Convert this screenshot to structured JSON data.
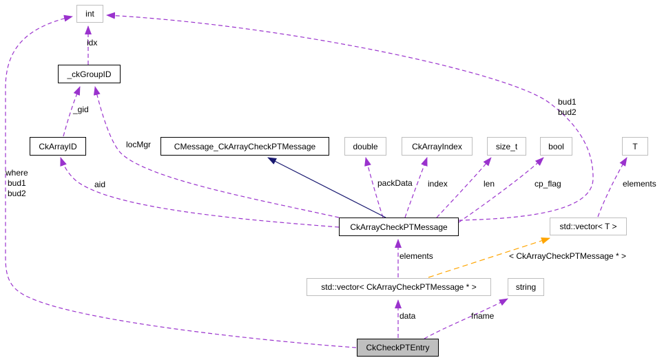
{
  "diagram": {
    "kind": "collaboration-graph",
    "main_class": "CkCheckPTEntry",
    "colors": {
      "usage_edge": "#9a32cd",
      "inheritance_edge": "#191970",
      "template_edge": "#ffa500",
      "node_border_gray": "#bebebe",
      "node_border_black": "#000000",
      "main_node_fill": "#bfbfbf",
      "background": "#ffffff"
    },
    "nodes": [
      {
        "label": "int"
      },
      {
        "label": "_ckGroupID"
      },
      {
        "label": "CkArrayID"
      },
      {
        "label": "CMessage_CkArrayCheckPTMessage"
      },
      {
        "label": "double"
      },
      {
        "label": "CkArrayIndex"
      },
      {
        "label": "size_t"
      },
      {
        "label": "bool"
      },
      {
        "label": "T"
      },
      {
        "label": "CkArrayCheckPTMessage"
      },
      {
        "label": "std::vector< T >"
      },
      {
        "label": "std::vector< CkArrayCheckPTMessage * >"
      },
      {
        "label": "string"
      },
      {
        "label": "CkCheckPTEntry"
      }
    ],
    "edges": [
      {
        "from": "_ckGroupID",
        "to": "int",
        "type": "usage",
        "labels": [
          "idx"
        ]
      },
      {
        "from": "CkArrayID",
        "to": "_ckGroupID",
        "type": "usage",
        "labels": [
          "_gid"
        ]
      },
      {
        "from": "CkArrayCheckPTMessage",
        "to": "_ckGroupID",
        "type": "usage",
        "labels": [
          "locMgr"
        ]
      },
      {
        "from": "CkArrayCheckPTMessage",
        "to": "CkArrayID",
        "type": "usage",
        "labels": [
          "aid"
        ]
      },
      {
        "from": "CkArrayCheckPTMessage",
        "to": "double",
        "type": "usage",
        "labels": [
          "packData"
        ]
      },
      {
        "from": "CkArrayCheckPTMessage",
        "to": "CkArrayIndex",
        "type": "usage",
        "labels": [
          "index"
        ]
      },
      {
        "from": "CkArrayCheckPTMessage",
        "to": "size_t",
        "type": "usage",
        "labels": [
          "len"
        ]
      },
      {
        "from": "CkArrayCheckPTMessage",
        "to": "bool",
        "type": "usage",
        "labels": [
          "cp_flag"
        ]
      },
      {
        "from": "CkArrayCheckPTMessage",
        "to": "int",
        "type": "usage",
        "labels": [
          "bud1",
          "bud2"
        ]
      },
      {
        "from": "CkArrayCheckPTMessage",
        "to": "CMessage_CkArrayCheckPTMessage",
        "type": "inheritance",
        "labels": []
      },
      {
        "from": "std::vector< T >",
        "to": "T",
        "type": "usage",
        "labels": [
          "elements"
        ]
      },
      {
        "from": "std::vector< CkArrayCheckPTMessage * >",
        "to": "CkArrayCheckPTMessage",
        "type": "usage",
        "labels": [
          "elements"
        ]
      },
      {
        "from": "std::vector< CkArrayCheckPTMessage * >",
        "to": "std::vector< T >",
        "type": "template-instance",
        "labels": [
          "< CkArrayCheckPTMessage * >"
        ]
      },
      {
        "from": "CkCheckPTEntry",
        "to": "std::vector< CkArrayCheckPTMessage * >",
        "type": "usage",
        "labels": [
          "data"
        ]
      },
      {
        "from": "CkCheckPTEntry",
        "to": "string",
        "type": "usage",
        "labels": [
          "fname"
        ]
      },
      {
        "from": "CkCheckPTEntry",
        "to": "int",
        "type": "usage",
        "labels": [
          "where",
          "bud1",
          "bud2"
        ]
      }
    ]
  }
}
